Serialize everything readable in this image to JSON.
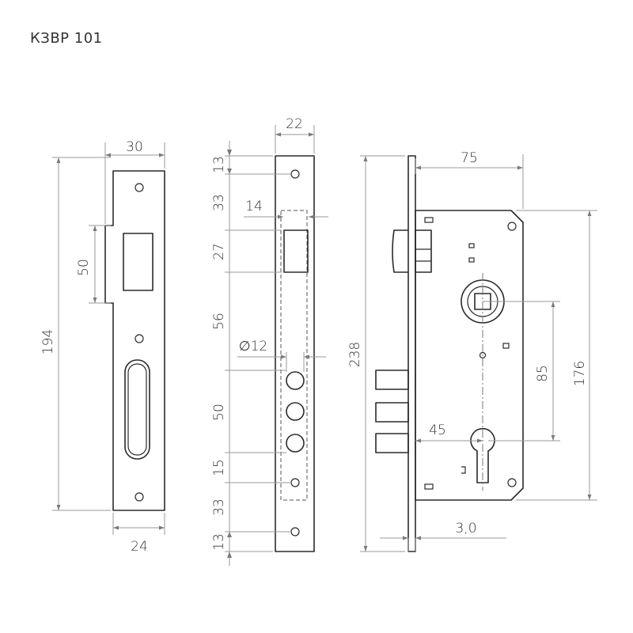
{
  "title": "КЗВР 101",
  "strike_plate": {
    "dims": {
      "width_top": "30",
      "width_bottom": "24",
      "height": "194",
      "latch_window": "50"
    }
  },
  "faceplate": {
    "dims": {
      "width": "22",
      "latch_offset": "14",
      "hole_dia": "∅12",
      "seg_1": "13",
      "seg_2": "33",
      "seg_3": "27",
      "seg_4": "56",
      "seg_5": "50",
      "seg_6": "15",
      "seg_7": "33",
      "seg_8": "13"
    }
  },
  "lock_body": {
    "dims": {
      "backset": "75",
      "total_height": "238",
      "body_height": "176",
      "center_distance": "85",
      "cylinder_offset": "45",
      "plate_thickness": "3,0"
    }
  }
}
